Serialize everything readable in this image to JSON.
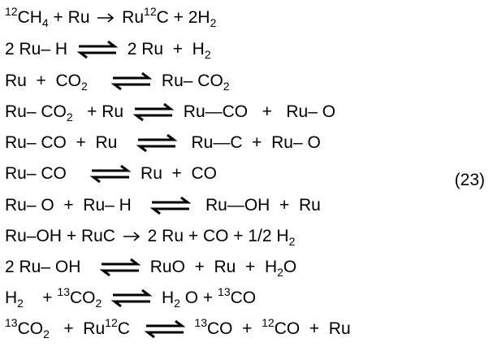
{
  "equation_number": "(23)",
  "arrows": {
    "single": "→",
    "equilibrium": "⇄"
  },
  "lines": [
    {
      "parts": [
        [
          "sup",
          "12"
        ],
        [
          "t",
          "CH"
        ],
        [
          "sub",
          "4"
        ],
        [
          "t",
          " + Ru "
        ],
        [
          "arrow_single",
          ""
        ],
        [
          "t",
          " Ru"
        ],
        [
          "sup",
          "12"
        ],
        [
          "t",
          "C + 2H"
        ],
        [
          "sub",
          "2"
        ]
      ]
    },
    {
      "parts": [
        [
          "t",
          "2 Ru– H "
        ],
        [
          "arrow_eq",
          ""
        ],
        [
          "t",
          " 2 Ru  +  H"
        ],
        [
          "sub",
          "2"
        ]
      ]
    },
    {
      "parts": [
        [
          "t",
          "Ru  +  CO"
        ],
        [
          "sub",
          "2"
        ],
        [
          "t",
          "    "
        ],
        [
          "arrow_eq",
          ""
        ],
        [
          "t",
          " Ru– CO"
        ],
        [
          "sub",
          "2"
        ]
      ]
    },
    {
      "parts": [
        [
          "t",
          "Ru– CO"
        ],
        [
          "sub",
          "2"
        ],
        [
          "t",
          "   + Ru "
        ],
        [
          "arrow_eq",
          ""
        ],
        [
          "t",
          " Ru—CO   +   Ru– O"
        ]
      ]
    },
    {
      "parts": [
        [
          "t",
          "Ru– CO  +  Ru   "
        ],
        [
          "arrow_eq",
          ""
        ],
        [
          "t",
          "  Ru—C  +  Ru– O"
        ]
      ]
    },
    {
      "parts": [
        [
          "t",
          "Ru– CO    "
        ],
        [
          "arrow_eq",
          ""
        ],
        [
          "t",
          " Ru  +  CO"
        ]
      ]
    },
    {
      "parts": [
        [
          "t",
          "Ru– O  +  Ru– H   "
        ],
        [
          "arrow_eq",
          ""
        ],
        [
          "t",
          "  Ru—OH  +  Ru"
        ]
      ]
    },
    {
      "parts": [
        [
          "t",
          "Ru–OH + RuC "
        ],
        [
          "arrow_single",
          ""
        ],
        [
          "t",
          " 2 Ru + CO + 1/2 H"
        ],
        [
          "sub",
          "2"
        ]
      ]
    },
    {
      "parts": [
        [
          "t",
          "2 Ru– OH   "
        ],
        [
          "arrow_eq",
          ""
        ],
        [
          "t",
          " RuO  +  Ru  +  H"
        ],
        [
          "sub",
          "2"
        ],
        [
          "t",
          "O"
        ]
      ]
    },
    {
      "parts": [
        [
          "t",
          "H"
        ],
        [
          "sub",
          "2"
        ],
        [
          "t",
          "    + "
        ],
        [
          "sup",
          "13"
        ],
        [
          "t",
          "CO"
        ],
        [
          "sub",
          "2"
        ],
        [
          "t",
          " "
        ],
        [
          "arrow_eq",
          ""
        ],
        [
          "t",
          " H"
        ],
        [
          "sub",
          "2"
        ],
        [
          "t",
          " O + "
        ],
        [
          "sup",
          "13"
        ],
        [
          "t",
          "CO"
        ]
      ]
    },
    {
      "parts": [
        [
          "sup",
          "13"
        ],
        [
          "t",
          "CO"
        ],
        [
          "sub",
          "2"
        ],
        [
          "t",
          "   +  Ru"
        ],
        [
          "sup",
          "12"
        ],
        [
          "t",
          "C  "
        ],
        [
          "arrow_eq",
          ""
        ],
        [
          "t",
          " "
        ],
        [
          "sup",
          "13"
        ],
        [
          "t",
          "CO  +  "
        ],
        [
          "sup",
          "12"
        ],
        [
          "t",
          "CO  +  Ru"
        ]
      ]
    }
  ]
}
